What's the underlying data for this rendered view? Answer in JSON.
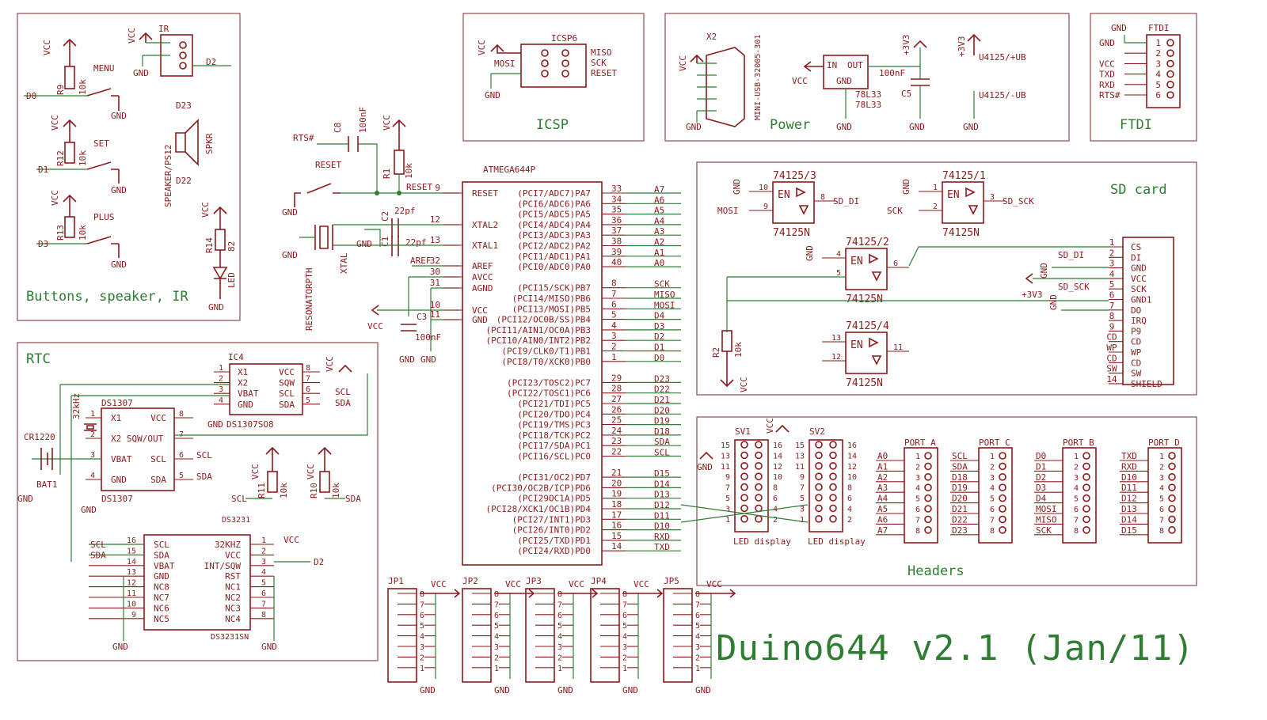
{
  "sections": {
    "buttons": "Buttons, speaker, IR",
    "rtc": "RTC",
    "icsp": "ICSP",
    "power": "Power",
    "ftdi": "FTDI",
    "sdcard": "SD card",
    "headers": "Headers"
  },
  "brand": "Duino644 v2.1 (Jan/11)",
  "labels": {
    "vcc": "VCC",
    "gnd": "GND",
    "ir": "IR",
    "d2": "D2",
    "d0": "D0",
    "d1": "D1",
    "d3": "D3",
    "d22": "D22",
    "d23": "D23",
    "menu": "MENU",
    "set": "SET",
    "plus": "PLUS",
    "r9": "R9",
    "r12": "R12",
    "r13": "R13",
    "r14": "R14",
    "k10": "10k",
    "r82": "82",
    "spkr": "SPKR",
    "speaker_part": "SPEAKER/PS12",
    "led": "LED",
    "rts": "RTS#",
    "c8": "C8",
    "c8v": "100nF",
    "reset": "RESET",
    "r1": "R1",
    "reset_net": "RESET",
    "atmega": "ATMEGA644P",
    "c2": "C2",
    "c1": "C1",
    "pf22": "22pf",
    "aref": "AREF",
    "c3": "C3",
    "c3v": "100nF",
    "resonator": "RESONATORPTH",
    "xtal": "XTAL",
    "icsp6": "ICSP6",
    "miso": "MISO",
    "mosi": "MOSI",
    "sck": "SCK",
    "x2": "X2",
    "usb": "MINI-USB-32005-301",
    "reg_in": "IN",
    "reg_out": "OUT",
    "reg": "78L33",
    "c5": "C5",
    "c5v": "100nF",
    "v33": "+3V3",
    "u14": "U4125/+UB",
    "u7": "U4125/-UB",
    "txd": "TXD",
    "rxd": "RXD",
    "rts_pin": "RTS#",
    "ic4": "IC4",
    "ds1307": "DS1307",
    "ds1307so8": "DS1307SO8",
    "cr1220": "CR1220",
    "bat1": "BAT1",
    "khz32": "32kHz",
    "r11": "R11",
    "r10": "R10",
    "scl": "SCL",
    "sda": "SDA",
    "ds3231": "DS3231",
    "ds3231sn": "DS3231SN",
    "sd_di": "SD_DI",
    "sd_sck": "SD_SCK",
    "r2": "R2",
    "sv1": "SV1",
    "sv2": "SV2",
    "led_display": "LED display",
    "port_a": "PORT A",
    "port_b": "PORT B",
    "port_c": "PORT C",
    "port_d": "PORT D"
  },
  "mcu_left_pins": [
    {
      "label": "RESET",
      "num": "9"
    },
    {
      "label": "XTAL2",
      "num": "12"
    },
    {
      "label": "XTAL1",
      "num": "13"
    },
    {
      "label": "AREF",
      "num": "32"
    },
    {
      "label": "AVCC",
      "num": "30"
    },
    {
      "label": "AGND",
      "num": "31"
    },
    {
      "label": "VCC",
      "num": "10"
    },
    {
      "label": "GND",
      "num": "11"
    }
  ],
  "mcu_right_pins": [
    {
      "label": "(PCI7/ADC7)PA7",
      "num": "33",
      "net": "A7"
    },
    {
      "label": "(PCI6/ADC6)PA6",
      "num": "34",
      "net": "A6"
    },
    {
      "label": "(PCI5/ADC5)PA5",
      "num": "35",
      "net": "A5"
    },
    {
      "label": "(PCI4/ADC4)PA4",
      "num": "36",
      "net": "A4"
    },
    {
      "label": "(PCI3/ADC3)PA3",
      "num": "37",
      "net": "A3"
    },
    {
      "label": "(PCI2/ADC2)PA2",
      "num": "38",
      "net": "A2"
    },
    {
      "label": "(PCI1/ADC1)PA1",
      "num": "39",
      "net": "A1"
    },
    {
      "label": "(PCI0/ADC0)PA0",
      "num": "40",
      "net": "A0"
    },
    {
      "label": "",
      "num": "",
      "net": ""
    },
    {
      "label": "(PCI15/SCK)PB7",
      "num": "8",
      "net": "SCK"
    },
    {
      "label": "(PCI14/MISO)PB6",
      "num": "7",
      "net": "MISO"
    },
    {
      "label": "(PCI13/MOSI)PB5",
      "num": "6",
      "net": "MOSI"
    },
    {
      "label": "(PCI12/OC0B/SS)PB4",
      "num": "5",
      "net": "D4"
    },
    {
      "label": "(PCI11/AIN1/OC0A)PB3",
      "num": "4",
      "net": "D3"
    },
    {
      "label": "(PCI10/AIN0/INT2)PB2",
      "num": "3",
      "net": "D2"
    },
    {
      "label": "(PCI9/CLK0/T1)PB1",
      "num": "2",
      "net": "D1"
    },
    {
      "label": "(PCI8/T0/XCK0)PB0",
      "num": "1",
      "net": "D0"
    },
    {
      "label": "",
      "num": "",
      "net": ""
    },
    {
      "label": "(PCI23/TOSC2)PC7",
      "num": "29",
      "net": "D23"
    },
    {
      "label": "(PCI22/TOSC1)PC6",
      "num": "28",
      "net": "D22"
    },
    {
      "label": "(PCI21/TDI)PC5",
      "num": "27",
      "net": "D21"
    },
    {
      "label": "(PCI20/TDO)PC4",
      "num": "26",
      "net": "D20"
    },
    {
      "label": "(PCI19/TMS)PC3",
      "num": "25",
      "net": "D19"
    },
    {
      "label": "(PCI18/TCK)PC2",
      "num": "24",
      "net": "D18"
    },
    {
      "label": "(PCI17/SDA)PC1",
      "num": "23",
      "net": "SDA"
    },
    {
      "label": "(PCI16/SCL)PC0",
      "num": "22",
      "net": "SCL"
    },
    {
      "label": "",
      "num": "",
      "net": ""
    },
    {
      "label": "(PCI31/OC2)PD7",
      "num": "21",
      "net": "D15"
    },
    {
      "label": "(PCI30/OC2B/ICP)PD6",
      "num": "20",
      "net": "D14"
    },
    {
      "label": "(PCI29OC1A)PD5",
      "num": "19",
      "net": "D13"
    },
    {
      "label": "(PCI28/XCK1/OC1B)PD4",
      "num": "18",
      "net": "D12"
    },
    {
      "label": "(PCI27/INT1)PD3",
      "num": "17",
      "net": "D11"
    },
    {
      "label": "(PCI26/INT0)PD2",
      "num": "16",
      "net": "D10"
    },
    {
      "label": "(PCI25/TXD)PD1",
      "num": "15",
      "net": "RXD"
    },
    {
      "label": "(PCI24/RXD)PD0",
      "num": "14",
      "net": "TXD"
    }
  ],
  "ftdi_pins": [
    "1",
    "2",
    "3",
    "4",
    "5",
    "6"
  ],
  "ftdi_nets": [
    "GND",
    "",
    "VCC",
    "TXD",
    "RXD",
    "RTS#"
  ],
  "sd_pins": [
    {
      "num": "1",
      "label": "CS"
    },
    {
      "num": "2",
      "label": "DI"
    },
    {
      "num": "3",
      "label": "GND"
    },
    {
      "num": "4",
      "label": "VCC"
    },
    {
      "num": "5",
      "label": "SCK"
    },
    {
      "num": "6",
      "label": "GND1"
    },
    {
      "num": "7",
      "label": "DO"
    },
    {
      "num": "8",
      "label": "IRQ"
    },
    {
      "num": "9",
      "label": "P9"
    },
    {
      "num": "CD",
      "label": "CD"
    },
    {
      "num": "WP",
      "label": "WP"
    },
    {
      "num": "CD",
      "label": "CD"
    },
    {
      "num": "SW",
      "label": "SW"
    },
    {
      "num": "14",
      "label": "SHIELD"
    }
  ],
  "buffers": [
    {
      "name": "74125/3",
      "part": "74125N",
      "in": "MOSI",
      "out": "SD_DI",
      "pin_en": "10",
      "pin_in": "9",
      "pin_out": "8"
    },
    {
      "name": "74125/1",
      "part": "74125N",
      "in": "SCK",
      "out": "SD_SCK",
      "pin_en": "1",
      "pin_in": "2",
      "pin_out": "3"
    },
    {
      "name": "74125/2",
      "part": "74125N",
      "in": "",
      "out": "",
      "pin_en": "4",
      "pin_in": "5",
      "pin_out": "6"
    },
    {
      "name": "74125/4",
      "part": "74125N",
      "in": "",
      "out": "",
      "pin_en": "13",
      "pin_in": "12",
      "pin_out": "11"
    }
  ],
  "ports": {
    "port_a": [
      "A0",
      "A1",
      "A2",
      "A3",
      "A4",
      "A5",
      "A6",
      "A7"
    ],
    "port_c": [
      "SCL",
      "SDA",
      "D18",
      "D19",
      "D20",
      "D21",
      "D22",
      "D23"
    ],
    "port_b": [
      "D0",
      "D1",
      "D2",
      "D3",
      "D4",
      "MOSI",
      "MISO",
      "SCK"
    ],
    "port_d": [
      "TXD",
      "RXD",
      "D10",
      "D11",
      "D12",
      "D13",
      "D14",
      "D15"
    ]
  },
  "sv_left_nums": [
    "15",
    "13",
    "11",
    "9",
    "7",
    "5",
    "3",
    "1"
  ],
  "sv_right_nums": [
    "16",
    "14",
    "12",
    "10",
    "8",
    "6",
    "4",
    "2"
  ],
  "jumpers": [
    "JP1",
    "JP2",
    "JP3",
    "JP4",
    "JP5"
  ],
  "jp_pins": [
    "8",
    "7",
    "6",
    "5",
    "4",
    "3",
    "2",
    "1"
  ],
  "ds1307_pins": [
    {
      "num": "1",
      "label": "X1"
    },
    {
      "num": "2",
      "label": "X2"
    },
    {
      "num": "3",
      "label": "VBAT"
    },
    {
      "num": "4",
      "label": "GND"
    },
    {
      "num": "8",
      "label": "VCC"
    },
    {
      "num": "7",
      "label": "SQW"
    },
    {
      "num": "6",
      "label": "SCL"
    },
    {
      "num": "5",
      "label": "SDA"
    }
  ],
  "ds1307_big": [
    {
      "num": "1",
      "label": "X1"
    },
    {
      "num": "2",
      "label": "X2 SQW/OUT"
    },
    {
      "num": "3",
      "label": "VBAT"
    },
    {
      "num": "4",
      "label": "GND"
    },
    {
      "num": "8",
      "label": "VCC"
    },
    {
      "num": "7",
      "label": ""
    },
    {
      "num": "6",
      "label": "SCL"
    },
    {
      "num": "5",
      "label": "SDA"
    }
  ],
  "ds3231_left": [
    {
      "num": "16",
      "label": "SCL",
      "net": "SCL"
    },
    {
      "num": "15",
      "label": "SDA",
      "net": "SDA"
    },
    {
      "num": "14",
      "label": "VBAT",
      "net": ""
    },
    {
      "num": "13",
      "label": "GND",
      "net": ""
    },
    {
      "num": "12",
      "label": "NC8",
      "net": ""
    },
    {
      "num": "11",
      "label": "NC7",
      "net": ""
    },
    {
      "num": "10",
      "label": "NC6",
      "net": ""
    },
    {
      "num": "9",
      "label": "NC5",
      "net": ""
    }
  ],
  "ds3231_right": [
    {
      "num": "1",
      "label": "32KHZ"
    },
    {
      "num": "2",
      "label": "VCC"
    },
    {
      "num": "3",
      "label": "INT/SQW"
    },
    {
      "num": "4",
      "label": "RST"
    },
    {
      "num": "5",
      "label": "NC1"
    },
    {
      "num": "6",
      "label": "NC2"
    },
    {
      "num": "7",
      "label": "NC3"
    },
    {
      "num": "8",
      "label": "NC4"
    }
  ]
}
